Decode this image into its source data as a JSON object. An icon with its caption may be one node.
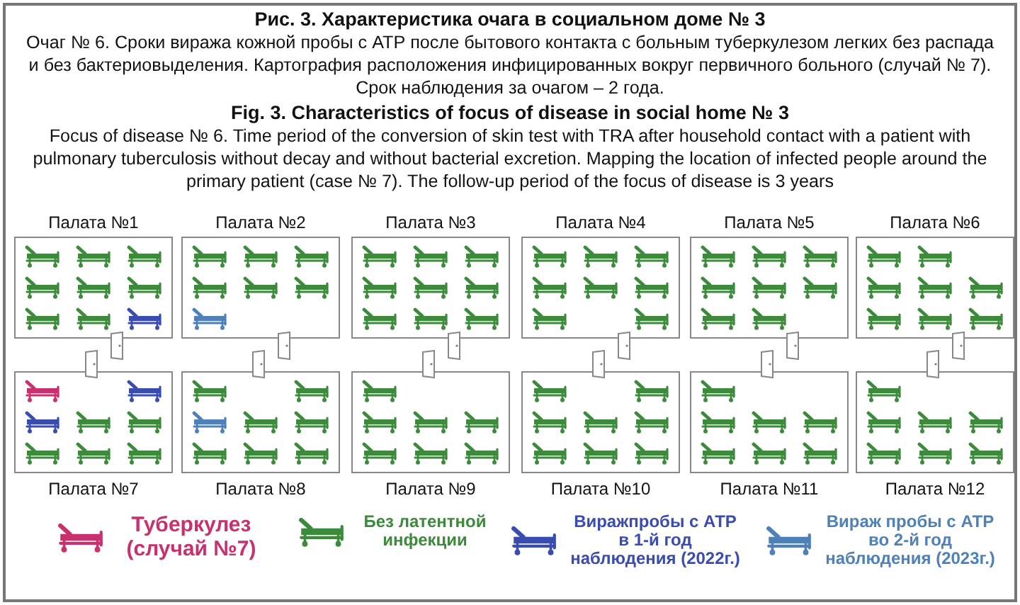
{
  "diagram": {
    "title": "Рис. 3. Характеристика очага в социальном доме № 3",
    "nodes": [
      {
        "text": [
          "Палата №1"
        ]
      },
      {
        "text": [
          "Палата №2"
        ]
      },
      {
        "text": [
          "Палата №3"
        ]
      },
      {
        "text": [
          "Палата №4"
        ]
      },
      {
        "text": [
          "Палата №5"
        ]
      },
      {
        "text": [
          "Палата №6"
        ]
      },
      {
        "text": [
          "Палата №7"
        ]
      },
      {
        "text": [
          "Палата №8"
        ]
      },
      {
        "text": [
          "Палата №9"
        ]
      },
      {
        "text": [
          "Палата №10"
        ]
      },
      {
        "text": [
          "Палата №11"
        ]
      },
      {
        "text": [
          "Палата №12"
        ]
      }
    ],
    "labels": [
      "Очаг № 6. Сроки виража кожной пробы с АТР после бытового контакта с больным туберкулезом легких без распада и без бактериовыделения. Картография расположения инфицированных вокруг первичного больного (случай № 7). Срок наблюдения за очагом – 2 года.",
      "Fig. 3. Characteristics of focus of disease in social home № 3",
      "Focus of disease № 6. Time period of the conversion of skin test with TRA after household contact with a patient with pulmonary tuberculosis without decay and without bacterial excretion. Mapping the location of infected people around the primary patient (case № 7). The follow-up period of the focus of disease is 3 years"
    ],
    "legend": [
      {
        "text": "Туберкулез (случай №7)",
        "color": "#c8306e"
      },
      {
        "text": "Без латентной инфекции",
        "color": "#3d8a3d"
      },
      {
        "text": "Виражпробы с АТР в 1-й год наблюдения (2022г.)",
        "color": "#3a4cb0"
      },
      {
        "text": "Вираж пробы с АТР во 2-й год наблюдения (2023г.)",
        "color": "#4f80b8"
      }
    ]
  }
}
